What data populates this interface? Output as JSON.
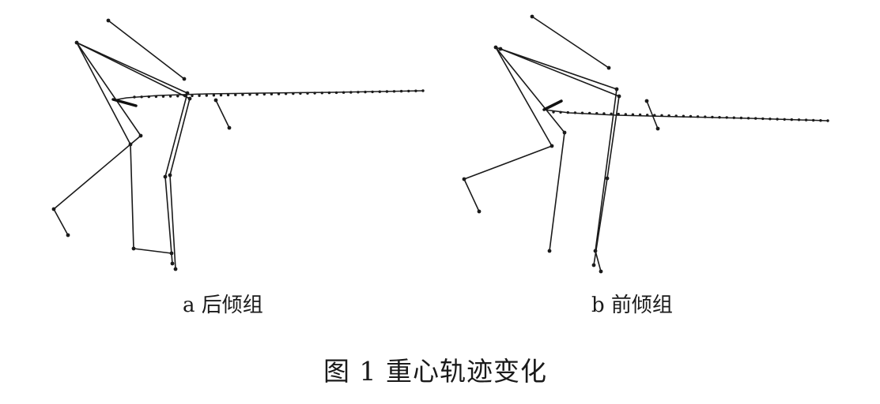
{
  "panels": [
    {
      "id": "a",
      "label": "a 后倾组"
    },
    {
      "id": "b",
      "label": "b 前倾组"
    }
  ],
  "caption": "图 1 重心轨迹变化"
}
